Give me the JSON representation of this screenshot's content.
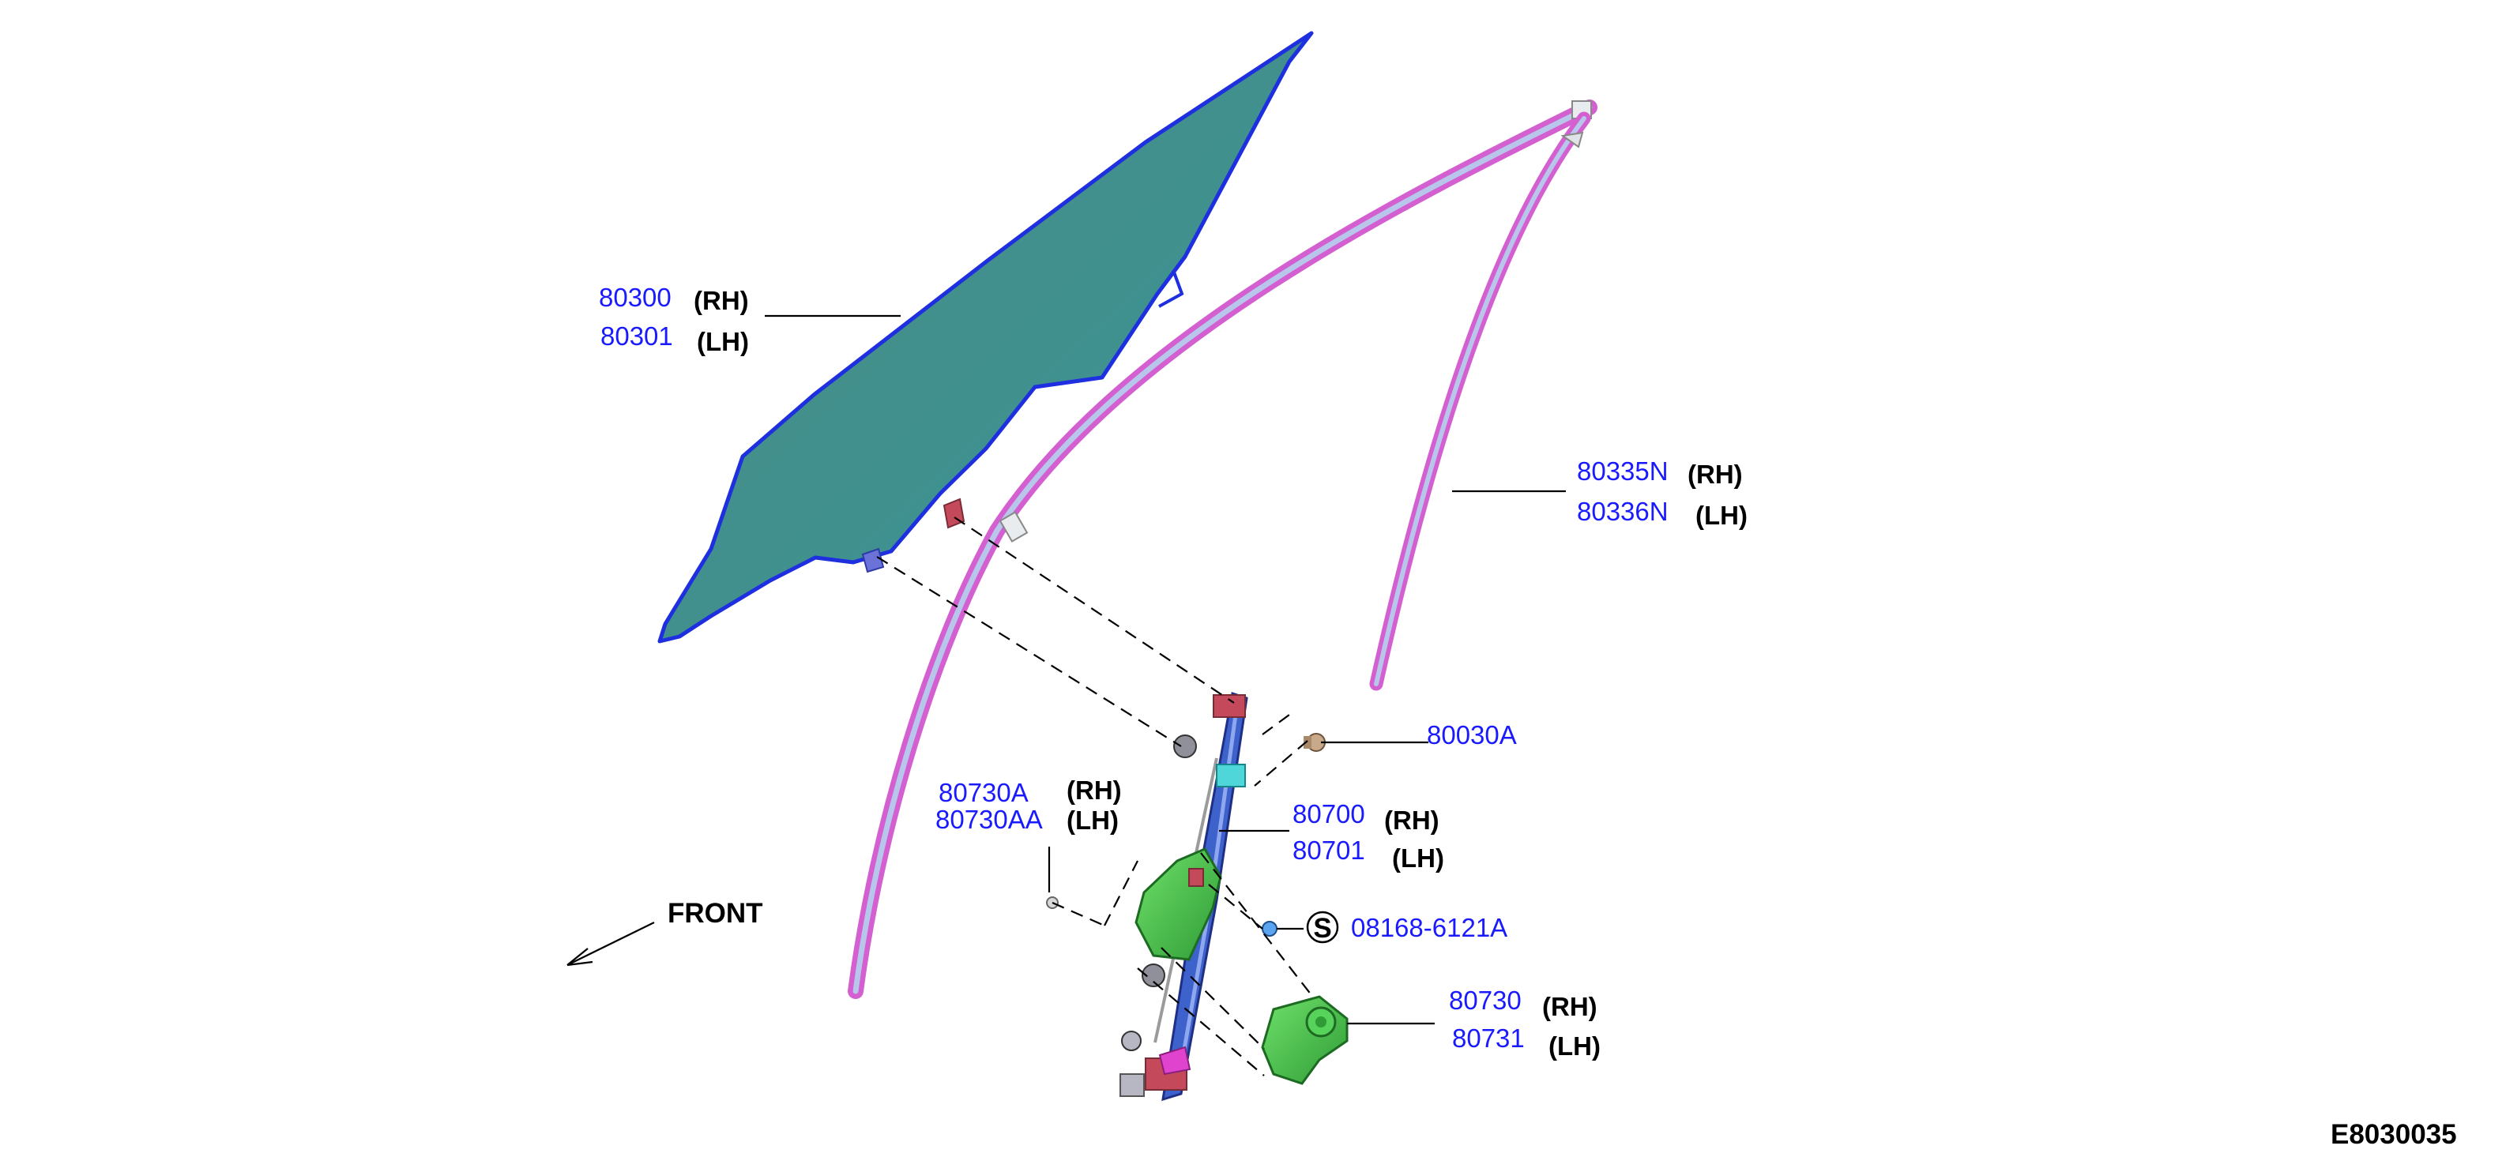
{
  "colors": {
    "part_number": "#1a1aff",
    "glass_fill": "#3f918f",
    "glass_edge": "#1e2fe0",
    "run_channel": "#d45fd0",
    "run_channel_light": "#b7c6ea",
    "regulator_rail": "#3d62cc",
    "motor": "#46c84a",
    "bracket_red": "#c4495a"
  },
  "labels": {
    "glass": {
      "rh": "80300",
      "lh": "80301",
      "rh_side": "(RH)",
      "lh_side": "(LH)"
    },
    "channel": {
      "rh": "80335N",
      "lh": "80336N",
      "rh_side": "(RH)",
      "lh_side": "(LH)"
    },
    "bolt": {
      "number": "80030A"
    },
    "cable": {
      "rh": "80730A",
      "lh": "80730AA",
      "rh_side": "(RH)",
      "lh_side": "(LH)"
    },
    "regulator": {
      "rh": "80700",
      "lh": "80701",
      "rh_side": "(RH)",
      "lh_side": "(LH)"
    },
    "screw": {
      "badge": "S",
      "number": "08168-6121A"
    },
    "motor": {
      "rh": "80730",
      "lh": "80731",
      "rh_side": "(RH)",
      "lh_side": "(LH)"
    },
    "front": "FRONT",
    "figure_code": "E8030035"
  },
  "icons": {
    "front_arrow": "front-arrow-icon",
    "screw_badge": "circled-s-icon"
  }
}
